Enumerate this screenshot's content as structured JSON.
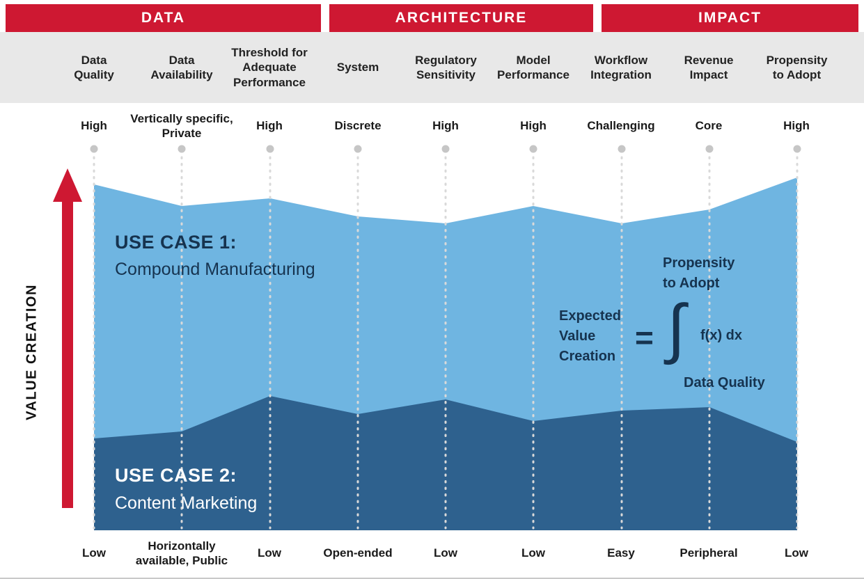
{
  "header": {
    "sections": [
      {
        "label": "DATA"
      },
      {
        "label": "ARCHITECTURE"
      },
      {
        "label": "IMPACT"
      }
    ]
  },
  "y_axis": {
    "label": "VALUE CREATION"
  },
  "columns": [
    {
      "group": "DATA",
      "name": "Data Quality",
      "high": "High",
      "low": "Low"
    },
    {
      "group": "DATA",
      "name": "Data Availability",
      "high": "Vertically specific, Private",
      "low": "Horizontally available, Public"
    },
    {
      "group": "DATA",
      "name": "Threshold for Adequate Performance",
      "high": "High",
      "low": "Low"
    },
    {
      "group": "ARCHITECTURE",
      "name": "System",
      "high": "Discrete",
      "low": "Open-ended"
    },
    {
      "group": "ARCHITECTURE",
      "name": "Regulatory Sensitivity",
      "high": "High",
      "low": "Low"
    },
    {
      "group": "ARCHITECTURE",
      "name": "Model Performance",
      "high": "High",
      "low": "Low"
    },
    {
      "group": "IMPACT",
      "name": "Workflow Integration",
      "high": "Challenging",
      "low": "Easy"
    },
    {
      "group": "IMPACT",
      "name": "Revenue Impact",
      "high": "Core",
      "low": "Peripheral"
    },
    {
      "group": "IMPACT",
      "name": "Propensity to Adopt",
      "high": "High",
      "low": "Low"
    }
  ],
  "chart_data": {
    "type": "area",
    "categories": [
      "Data Quality",
      "Data Availability",
      "Threshold for Adequate Performance",
      "System",
      "Regulatory Sensitivity",
      "Model Performance",
      "Workflow Integration",
      "Revenue Impact",
      "Propensity to Adopt"
    ],
    "series": [
      {
        "name": "USE CASE 1:",
        "subtitle": "Compound Manufacturing",
        "color": "#6fb5e1",
        "values": [
          0.98,
          0.92,
          0.94,
          0.89,
          0.87,
          0.92,
          0.87,
          0.91,
          1.0
        ]
      },
      {
        "name": "USE CASE 2:",
        "subtitle": "Content Marketing",
        "color": "#2e618e",
        "values": [
          0.26,
          0.28,
          0.38,
          0.33,
          0.37,
          0.31,
          0.34,
          0.35,
          0.25
        ]
      }
    ],
    "ylabel": "VALUE CREATION",
    "ylim": [
      0,
      1
    ],
    "value_note": "values are relative area-top heights (fraction of vertical axis), no numeric scale shown",
    "grid": "dotted vertical guide line with gray dot at top of each category",
    "legend_position": "series labels inside areas"
  },
  "annotation": {
    "lhs": "Expected Value Creation",
    "equals": "=",
    "integral": "∫",
    "upper_bound": "Propensity to Adopt",
    "integrand": "f(x) dx",
    "lower_bound": "Data Quality"
  },
  "colors": {
    "header_red": "#ce1832",
    "arrow_red": "#ce1832",
    "use_case_1_blue": "#6fb5e1",
    "use_case_2_blue": "#2e618e",
    "gray_band": "#e8e8e8",
    "guide_dot_gray": "#c6c6c6",
    "navy_text": "#16334f"
  }
}
